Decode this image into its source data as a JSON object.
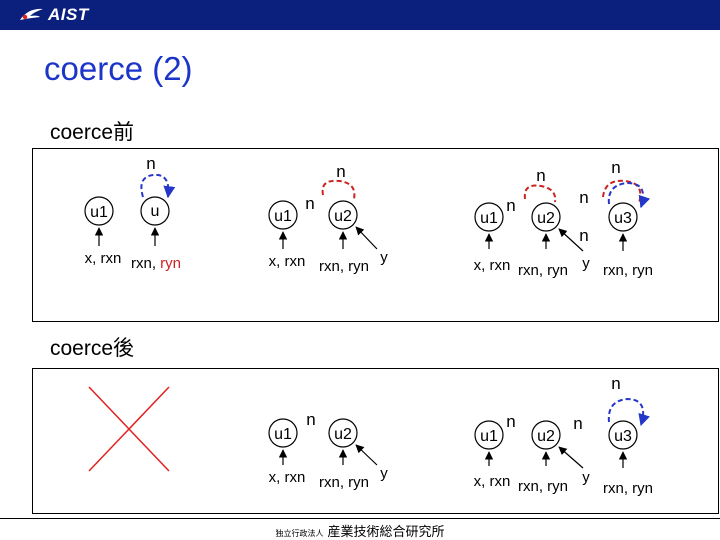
{
  "header": {
    "brand": "AIST",
    "brand_color": "#0b1f7c",
    "logo_icon": "bird-wing-icon"
  },
  "title": "coerce (2)",
  "section_before": "coerce前",
  "section_after": "coerce後",
  "labels": {
    "n": "n",
    "u": "u",
    "u1": "u1",
    "u2": "u2",
    "u3": "u3",
    "y": "y",
    "x_rxn": "x, rxn",
    "rxn_ryn": "rxn, ryn",
    "rxn": "rxn",
    "ryn": "ryn",
    "comma": ", "
  },
  "footer": {
    "small": "独立行政法人",
    "org": "産業技術総合研究所"
  },
  "colors": {
    "loop_arrow": "#2437c9",
    "link_dashed": "#cc2222",
    "cross": "#e31f1f",
    "ryn_text": "#cc2222"
  }
}
